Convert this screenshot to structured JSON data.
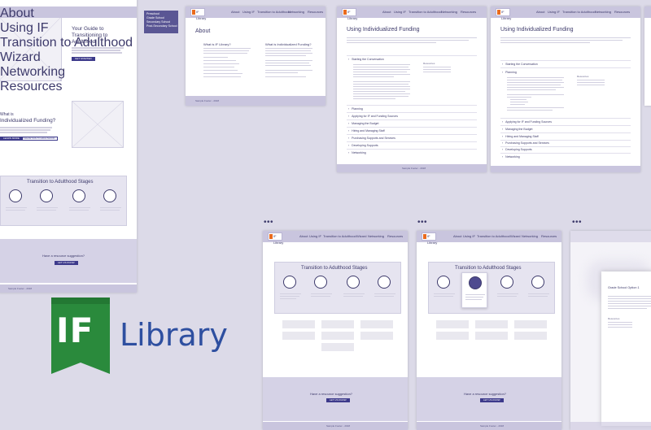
{
  "logo": {
    "badge": "IF",
    "word": "Library",
    "badge_color": "#2a8a3c",
    "word_color": "#2e4fa0"
  },
  "nav": {
    "logo_text": "IF Library",
    "items": [
      "About",
      "Using IF",
      "Transition to Adulthood",
      "Wizard",
      "Networking",
      "Resources"
    ]
  },
  "dropdown": {
    "items": [
      "Preschool",
      "Grade School",
      "Secondary School",
      "Post-Secondary School"
    ]
  },
  "home": {
    "hero_title_1": "Your Guide to",
    "hero_title_2": "Transitioning to",
    "hero_title_3": "Adulthood",
    "hero_button": "GET STARTED",
    "section_label": "What is",
    "section_title": "Individualized Funding?",
    "learn_more": "LEARN MORE",
    "transition_button": "TRANSITION TO ADULTHOOD",
    "stages_title": "Transition to Adulthood Stages",
    "suggestion": "Have a resource suggestion?",
    "suggestion_button": "LET US KNOW"
  },
  "about": {
    "title": "About",
    "col1": "What is IF Library?",
    "col2": "What is Individualized Funding?"
  },
  "using": {
    "title": "Using Individualized Funding",
    "accordion": [
      "Starting the Conversation",
      "Planning",
      "Applying for IF and Funding Sources",
      "Managing the Budget",
      "Hiring and Managing Staff",
      "Purchasing Supports and Services",
      "Developing Supports",
      "Networking"
    ],
    "resources_label": "Resources"
  },
  "using2": {
    "open_item": "Planning"
  },
  "stages": {
    "title": "Transition to Adulthood Stages"
  },
  "grade_school": {
    "title": "Grade School Option 1",
    "resources_label": "Resources"
  },
  "footer": {
    "text": "Sample Footer - 2018"
  },
  "colors": {
    "background": "#dcdae8",
    "nav_bar": "#c9c5de",
    "primary": "#3d3a8b",
    "logo_accent": "#e96b1e"
  }
}
